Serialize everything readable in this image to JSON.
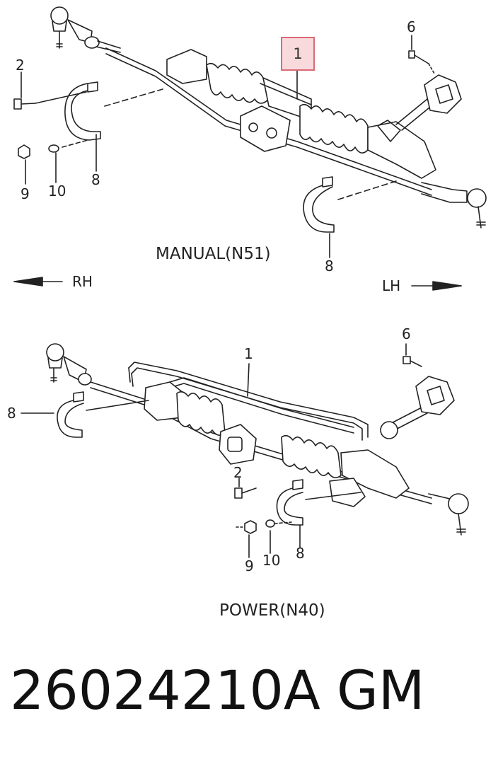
{
  "diagrams": [
    {
      "caption": "MANUAL(N51)",
      "callouts": [
        "1",
        "2",
        "6",
        "8",
        "8",
        "9",
        "10"
      ],
      "highlighted_part": "1"
    },
    {
      "caption": "POWER(N40)",
      "callouts": [
        "1",
        "2",
        "6",
        "8",
        "8",
        "9",
        "10"
      ]
    }
  ],
  "directions": {
    "left": "RH",
    "right": "LH"
  },
  "part_number": "26024210A",
  "brand": "GM",
  "colors": {
    "highlight_fill": "#f8dadd",
    "highlight_border": "#d96a75",
    "line": "#222222"
  }
}
